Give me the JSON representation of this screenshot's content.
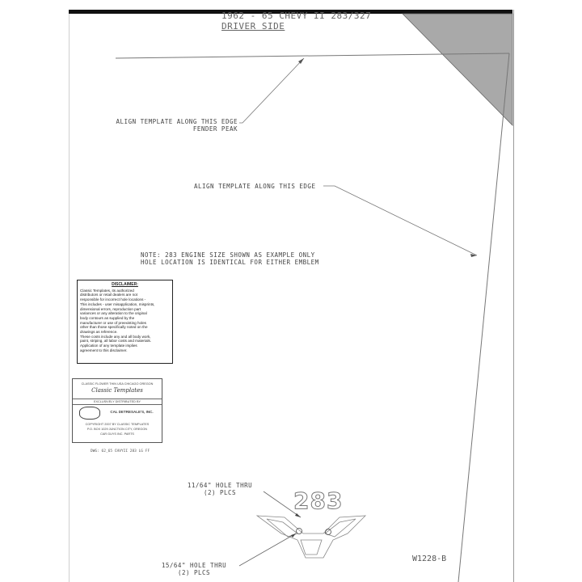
{
  "title": {
    "line1": "1962 - 65 CHEVY II 283/327",
    "line2": "DRIVER SIDE"
  },
  "labels": {
    "align_peak_line1": "ALIGN TEMPLATE ALONG THIS EDGE",
    "align_peak_line2": "FENDER PEAK",
    "align_edge": "ALIGN TEMPLATE ALONG THIS EDGE",
    "note_line1": "NOTE: 283 ENGINE SIZE SHOWN AS EXAMPLE ONLY",
    "note_line2": "HOLE LOCATION IS IDENTICAL FOR EITHER EMBLEM",
    "hole1_line1": "11/64\" HOLE THRU",
    "hole1_line2": "(2) PLCS",
    "hole2_line1": "15/64\" HOLE THRU",
    "hole2_line2": "(2) PLCS"
  },
  "disclaimer": {
    "heading": "DISCLAIMER:",
    "lines": [
      "Classic Templates, its authorized",
      "distributors or retail dealers are not",
      "responsible for incorrect hole locations -",
      "This includes - user misapplication, misprints,",
      "dimensional errors, reproduction part",
      "variances or any alteration to the original",
      "body contours as supplied by the",
      "manufacturer or use of preexisting holes",
      "other than those specifically noted on the",
      "drawings as reference.",
      "These costs include any and all body work,",
      "paint, striping, all labor costs and materials.",
      "Application of any template implies",
      "agreement to this disclaimer."
    ]
  },
  "logo_box": {
    "top_text": "CLASSIC FLOWER THIN USA CHICAGO OREGON",
    "brand": "Classic Templates",
    "distributor_text": "EXCLUSIVELY DISTRIBUTED BY",
    "dealer_name": "CAL DETRESALE'S, INC.",
    "footer_lines": [
      "COPYRIGHT 2007 BY CLASSIC TEMPLATES",
      "P.O. BOX 1029 JUNCTION CITY, OREGON",
      "CAR GUYS INC. PARTS"
    ]
  },
  "dwg_number": "DWG: 62_65 CHVYII 283 LG FF",
  "part_code": "W1228-B",
  "emblem_number": "283",
  "colors": {
    "corner_fill": "#a9a9a9",
    "line": "#777777",
    "text": "#555555"
  }
}
